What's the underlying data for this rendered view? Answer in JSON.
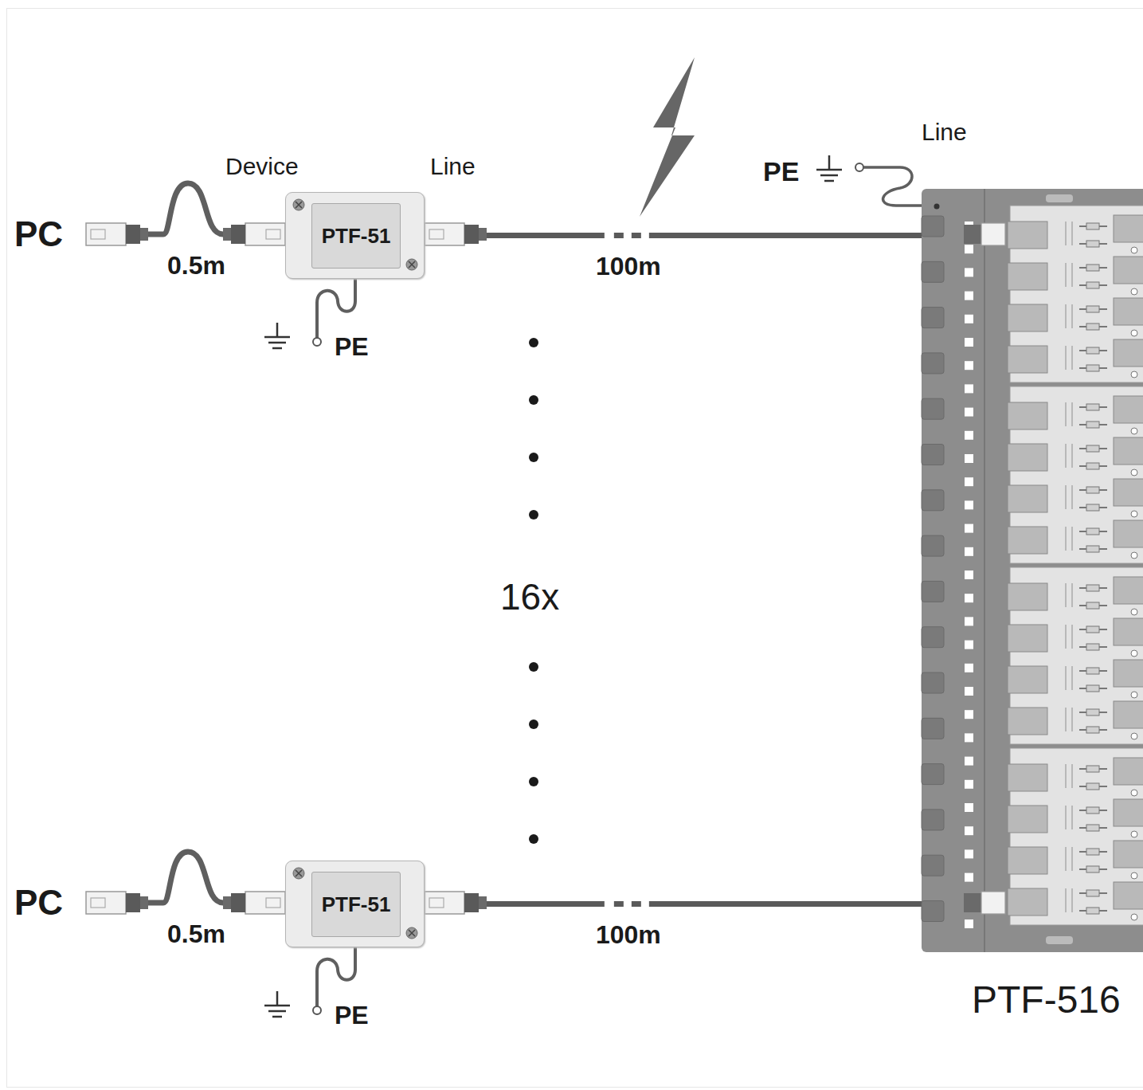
{
  "diagram": {
    "nodes": [
      {
        "text": [
          "PTF-51"
        ]
      },
      {
        "text": [
          "PTF-51"
        ]
      },
      {
        "text": [
          "PTF-516"
        ]
      }
    ],
    "edges": [
      {
        "from": 0,
        "to": 2,
        "arrow": "none",
        "label": "100m"
      },
      {
        "from": 1,
        "to": 2,
        "arrow": "none",
        "label": "100m"
      }
    ],
    "labels": [
      "PC",
      "0.5m",
      "Device",
      "Line",
      "PE",
      "16x",
      "PE",
      "Line",
      "PC",
      "0.5m",
      "PE"
    ]
  }
}
